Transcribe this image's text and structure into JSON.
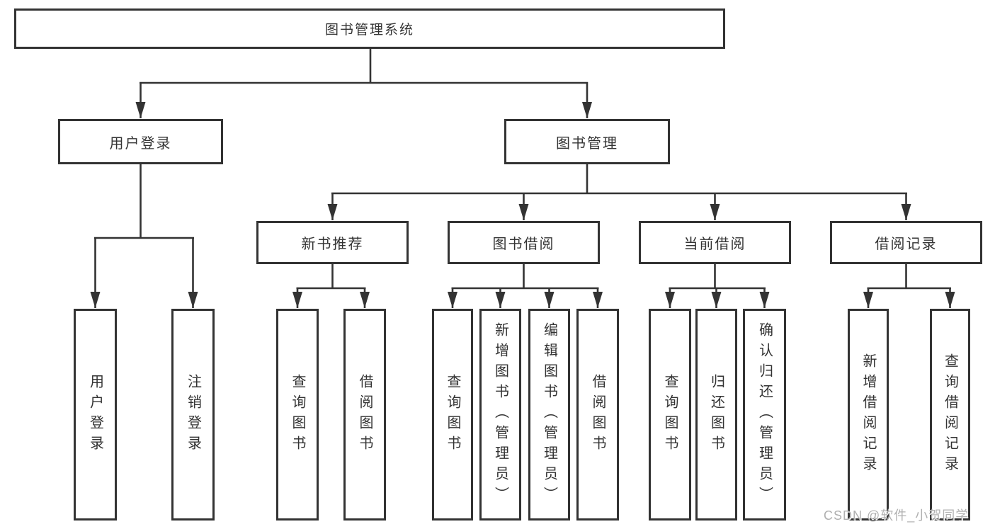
{
  "diagram_title": "图书管理系统",
  "tree": {
    "root": "图书管理系统",
    "branches": [
      {
        "label": "用户登录",
        "children": [
          "用户登录",
          "注销登录"
        ]
      },
      {
        "label": "图书管理",
        "groups": [
          {
            "label": "新书推荐",
            "children": [
              "查询图书",
              "借阅图书"
            ]
          },
          {
            "label": "图书借阅",
            "children": [
              "查询图书",
              "新增图书（管理员）",
              "编辑图书（管理员）",
              "借阅图书"
            ]
          },
          {
            "label": "当前借阅",
            "children": [
              "查询图书",
              "归还图书",
              "确认归还（管理员）"
            ]
          },
          {
            "label": "借阅记录",
            "children": [
              "新增借阅记录",
              "查询借阅记录"
            ]
          }
        ]
      }
    ]
  },
  "watermark": "CSDN @软件_小贺同学",
  "colors": {
    "line": "#333333",
    "text": "#333333",
    "watermark": "#b0b0b0",
    "background": "#ffffff"
  }
}
